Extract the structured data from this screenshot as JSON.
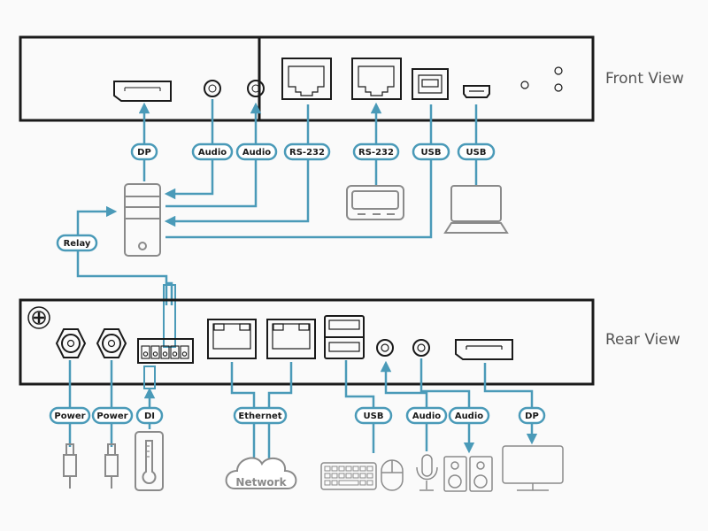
{
  "colors": {
    "wire": "#4a9ab8",
    "panel_border": "#1a1a1a",
    "device_outline": "#8a8a8a",
    "background": "#fafafa"
  },
  "front_view": {
    "title": "Front View",
    "ports": [
      {
        "id": "dp",
        "label": "DP",
        "icon": "displayport-icon"
      },
      {
        "id": "audio1",
        "label": "Audio",
        "icon": "audio-jack-icon"
      },
      {
        "id": "audio2",
        "label": "Audio",
        "icon": "audio-jack-icon"
      },
      {
        "id": "rs232a",
        "label": "RS-232",
        "icon": "rj45-port-icon"
      },
      {
        "id": "rs232b",
        "label": "RS-232",
        "icon": "rj45-port-icon"
      },
      {
        "id": "usb_b",
        "label": "USB",
        "icon": "usb-b-port-icon"
      },
      {
        "id": "usb_mini",
        "label": "USB",
        "icon": "mini-usb-port-icon"
      }
    ],
    "relay_label": "Relay",
    "devices": [
      "computer-tower-icon",
      "serial-terminal-icon",
      "laptop-icon"
    ]
  },
  "rear_view": {
    "title": "Rear View",
    "ports": [
      {
        "id": "power1",
        "label": "Power",
        "icon": "power-jack-icon"
      },
      {
        "id": "power2",
        "label": "Power",
        "icon": "power-jack-icon"
      },
      {
        "id": "di",
        "label": "DI",
        "icon": "terminal-block-icon"
      },
      {
        "id": "ethernet",
        "label": "Ethernet",
        "icon": "ethernet-port-icon"
      },
      {
        "id": "usb",
        "label": "USB",
        "icon": "usb-a-port-icon"
      },
      {
        "id": "audio_in",
        "label": "Audio",
        "icon": "audio-jack-icon"
      },
      {
        "id": "audio_out",
        "label": "Audio",
        "icon": "audio-jack-icon"
      },
      {
        "id": "dp",
        "label": "DP",
        "icon": "displayport-icon"
      }
    ],
    "network_label": "Network",
    "devices": [
      "power-adapter-icon",
      "power-adapter-icon",
      "thermometer-icon",
      "network-cloud-icon",
      "keyboard-icon",
      "mouse-icon",
      "microphone-icon",
      "speakers-icon",
      "monitor-icon"
    ]
  }
}
